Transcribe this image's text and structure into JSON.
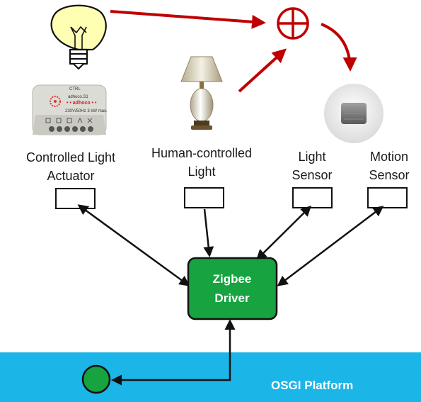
{
  "devices": {
    "actuator": {
      "label_line1": "Controlled Light",
      "label_line2": "Actuator",
      "panel_text": {
        "model": "adhoco.S1",
        "brand": "• • adhoco • •",
        "rating": "230V/50Hz   3 kW max.",
        "tag": "CTRL"
      }
    },
    "human_light": {
      "label_line1": "Human-controlled",
      "label_line2": "Light"
    },
    "light_sensor": {
      "label_line1": "Light",
      "label_line2": "Sensor"
    },
    "motion_sensor": {
      "label_line1": "Motion",
      "label_line2": "Sensor"
    }
  },
  "driver": {
    "line1": "Zigbee",
    "line2": "Driver",
    "fill_color": "#16a340"
  },
  "platform": {
    "label": "OSGI Platform",
    "fill_color": "#1cb5e8"
  },
  "colors": {
    "red_arrow": "#c00000",
    "bulb_fill": "#ffffb3",
    "service_dot": "#16a340"
  },
  "icons": {
    "bulb": "lightbulb-icon",
    "adder": "circle-plus-icon",
    "lamp": "table-lamp-icon",
    "motion": "motion-sensor-icon",
    "actuator": "light-actuator-icon",
    "service": "service-dot-icon"
  }
}
